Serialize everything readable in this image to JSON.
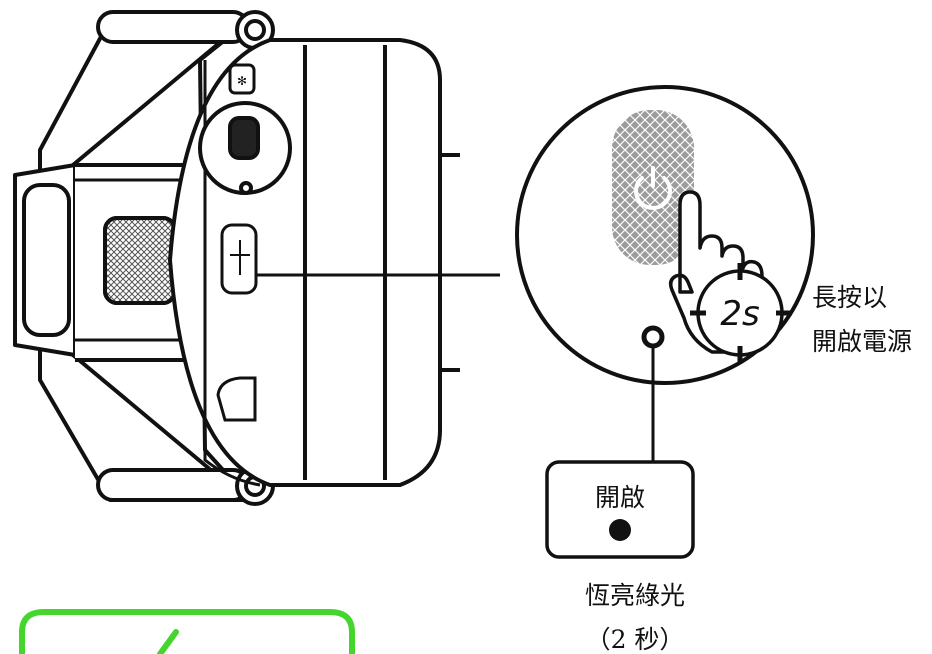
{
  "instruction": {
    "line1": "長按以",
    "line2": "開啟電源"
  },
  "timer_badge": "2s",
  "status_box": {
    "title": "開啟"
  },
  "led_description": {
    "line1": "恆亮綠光",
    "line2": "（2 秒）"
  },
  "colors": {
    "stroke": "#111111",
    "fill": "#ffffff",
    "texture": "#9a9a9a",
    "confirm_green": "#44d62c"
  },
  "icons": [
    "power-icon",
    "hand-pointer-icon",
    "check-icon"
  ]
}
